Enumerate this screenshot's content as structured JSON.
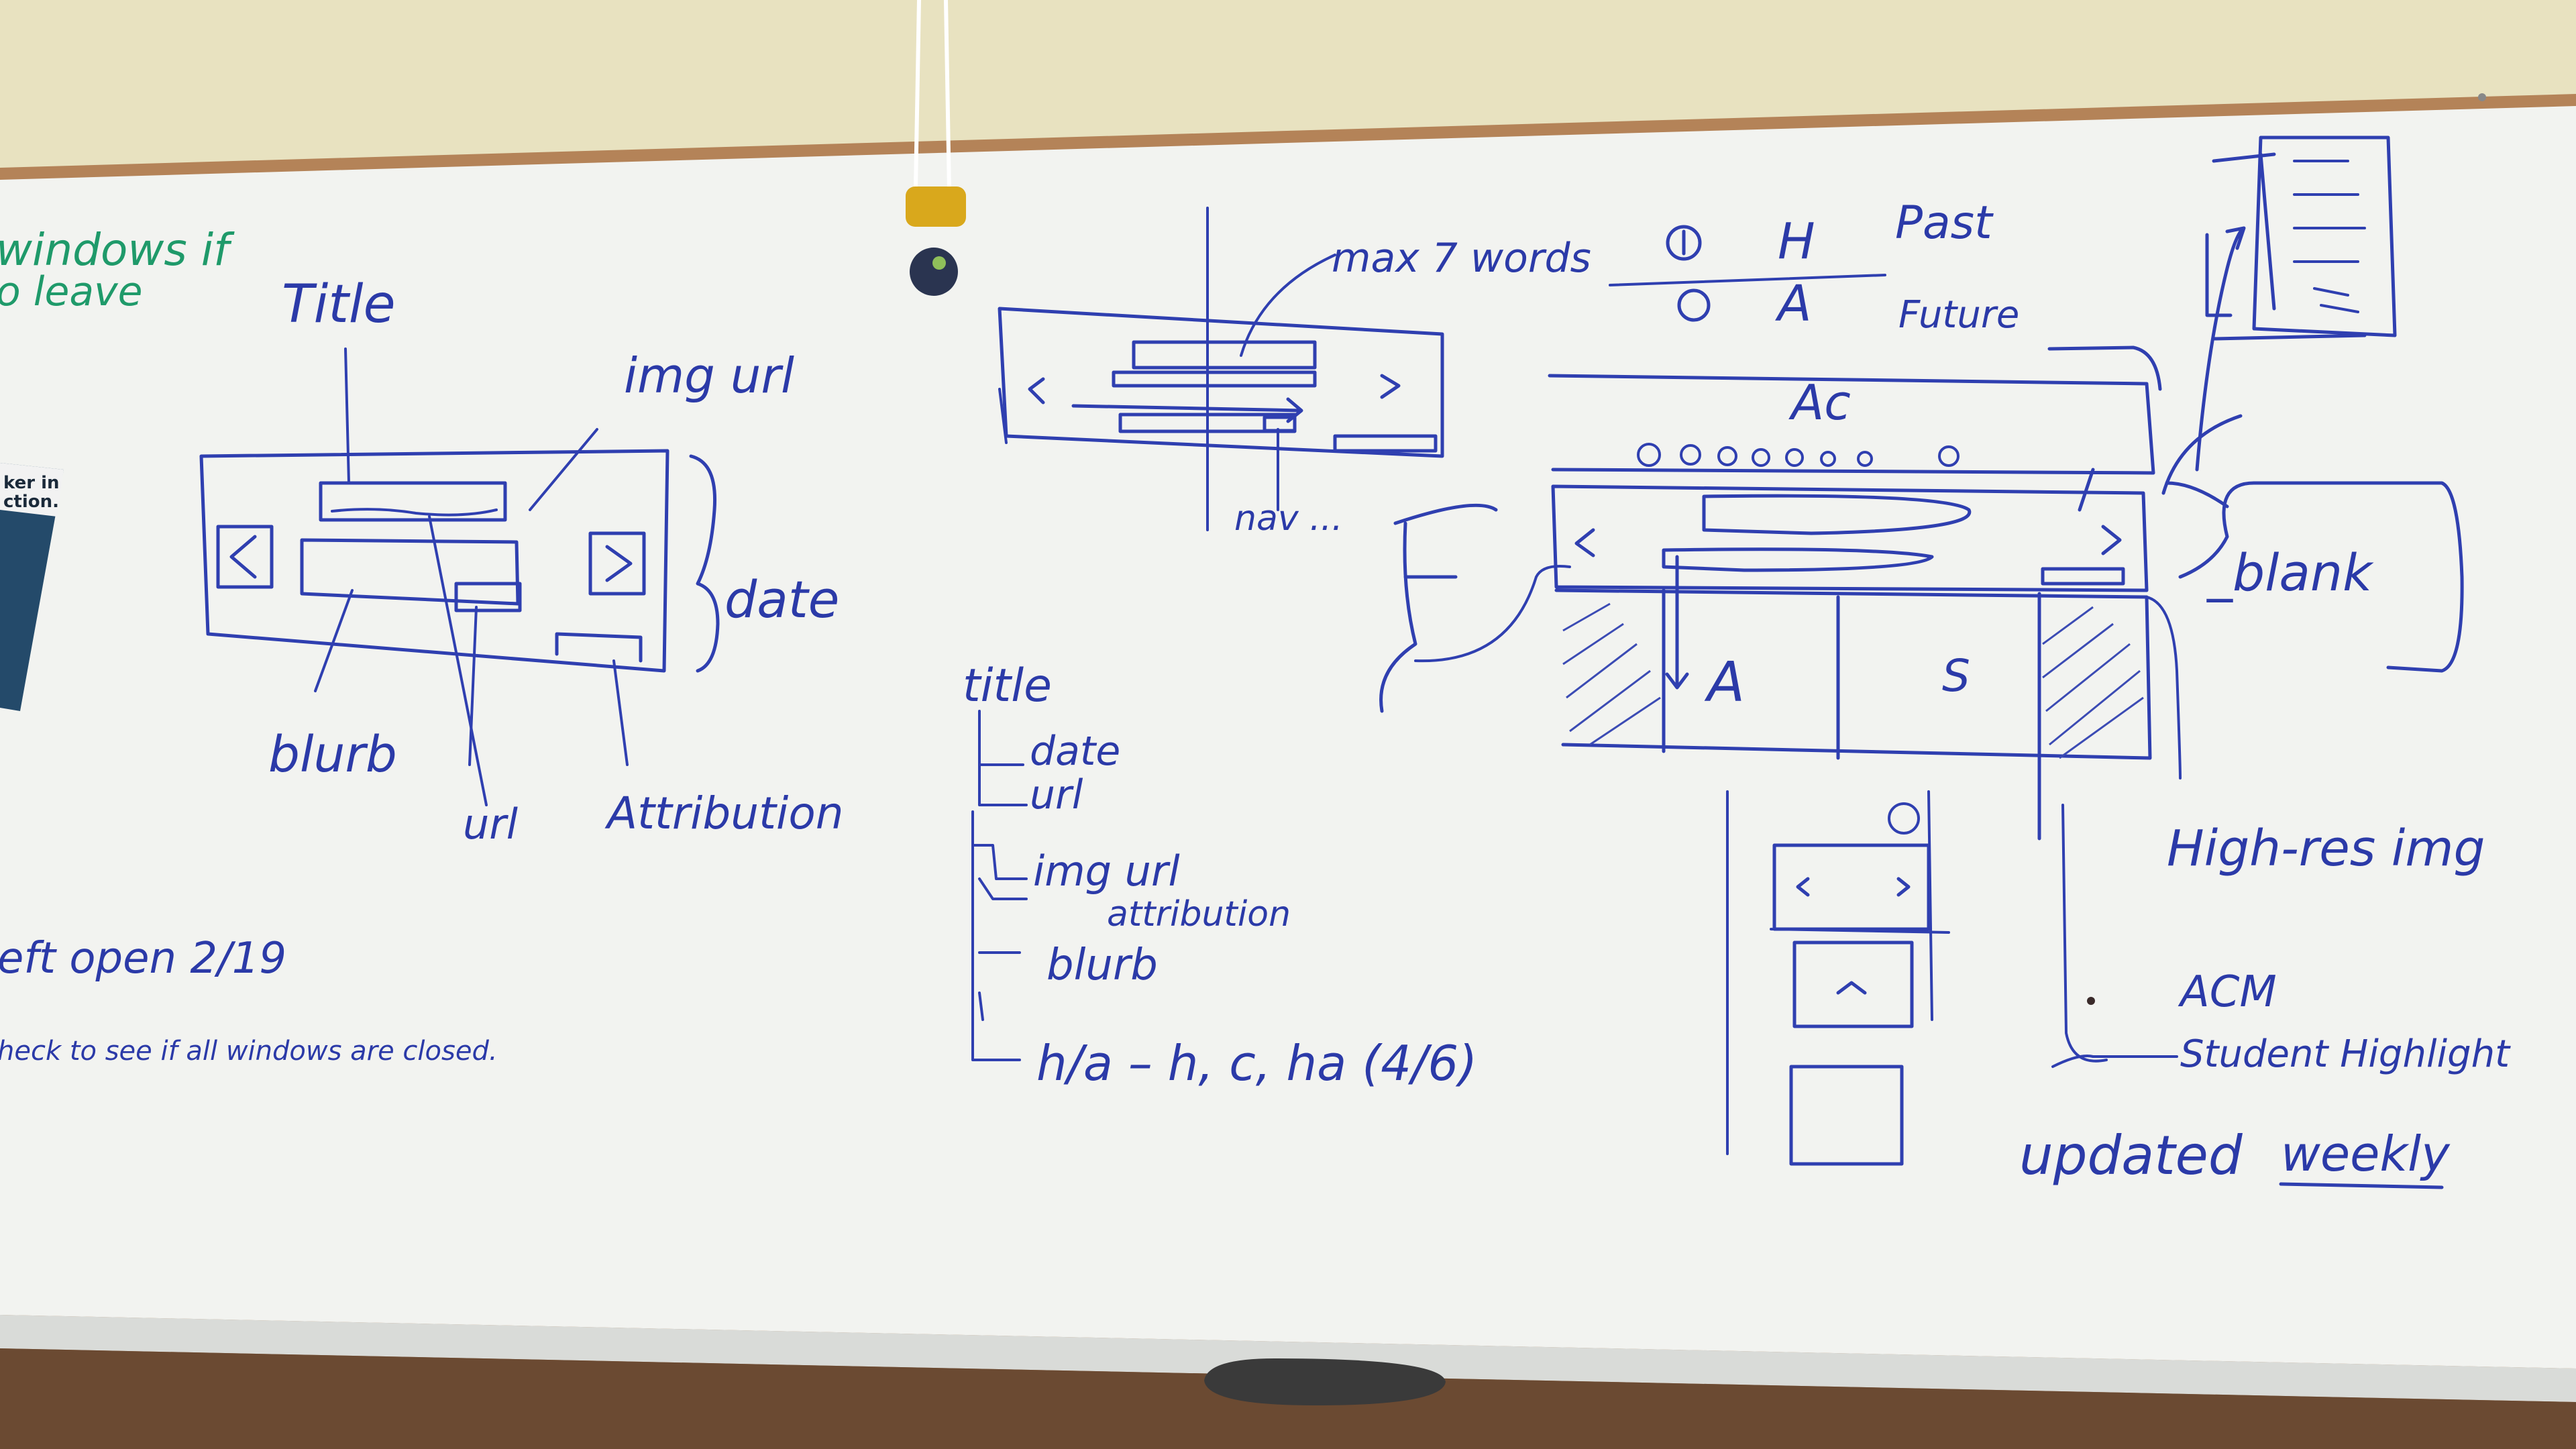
{
  "notes_left": {
    "line1": "windows if",
    "line2": "o leave",
    "left_open": "eft open 2/19",
    "check": "heck to see if all windows are closed."
  },
  "sketch1": {
    "title": "Title",
    "img_url": "img url",
    "date": "date",
    "blurb": "blurb",
    "url": "url",
    "attribution": "Attribution"
  },
  "sketch2": {
    "max_words": "max 7 words",
    "nav": "nav ..."
  },
  "legend": {
    "past_symbol": "H",
    "future_symbol": "A",
    "past": "Past",
    "future": "Future"
  },
  "sketch3": {
    "header": "Ac",
    "col_a": "A",
    "col_s": "S",
    "blank": "_blank",
    "high_res": "High-res img",
    "acm": "ACM",
    "student_highlight": "Student Highlight",
    "updated": "updated",
    "weekly": "weekly"
  },
  "tree": {
    "root": "title",
    "items": [
      "date",
      "url",
      "img url",
      "attribution",
      "blurb",
      "h/a – h, c, ha (4/6)"
    ]
  },
  "poster": {
    "text": "ker in\nction."
  }
}
